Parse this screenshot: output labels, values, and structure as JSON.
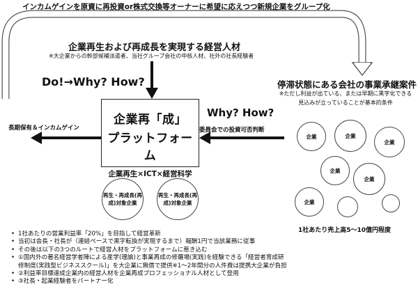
{
  "top_caption": "インカムゲインを原資に再投資or株式交換等オーナーに希望に応えつつ新規企業をグループ化",
  "talent": {
    "title": "企業再生および再成長を実現する経営人材",
    "note": "※大企業からの幹部候補派遣者、当社グループ会社の中核人材、社外の社長経験者"
  },
  "do_why_how": "Do!→Why? How?",
  "why_how_right": "Why? How?",
  "committee": "委員会での投資可否判断",
  "hold": "長期保有＆インカムゲイン",
  "platform": {
    "line1": "企業再「成」",
    "line2": "プラットフォーム",
    "line3": "企業再生×ICT×経営科学"
  },
  "target_circles": [
    {
      "line1": "再生・再成長(再",
      "line2": "成)対象企業"
    },
    {
      "line1": "再生・再成長(再",
      "line2": "成)対象企業"
    }
  ],
  "stagnant": {
    "title": "停滞状態にある会社の事業承継案件",
    "note_line1": "※ただし利益が出ている、または早期に黒字化できる",
    "note_line2": "見込みが立っていることが基本的条件"
  },
  "companies": [
    "企業",
    "企業",
    "企業",
    "企業",
    "企業",
    "企業"
  ],
  "per_company": "1社あたり売上高5〜10億円程度",
  "bullets": [
    "1社あたりの営業利益率「20%」を目指して経営革新",
    "当初は会長・社長が（連結ベースで黒字転換が実現するまで）報酬1円で当該業務に従事",
    "その後は以下の3つのルートで経営人材をプラットフォームに惹き込む",
    "①国内外の著名経営学者陣による産学(理論)と事業再成の修羅場(実践)を経験できる「経営者育成研修制度(実践型ビジネススクール)」を大企業に無償で提供※1〜2年間分の人件費は提携大企業が負担",
    "②利益率目標達成企業内の経営人材を企業再成プロフェッショナル人材として登用",
    "③社長・起業経験者をパートナー化"
  ]
}
